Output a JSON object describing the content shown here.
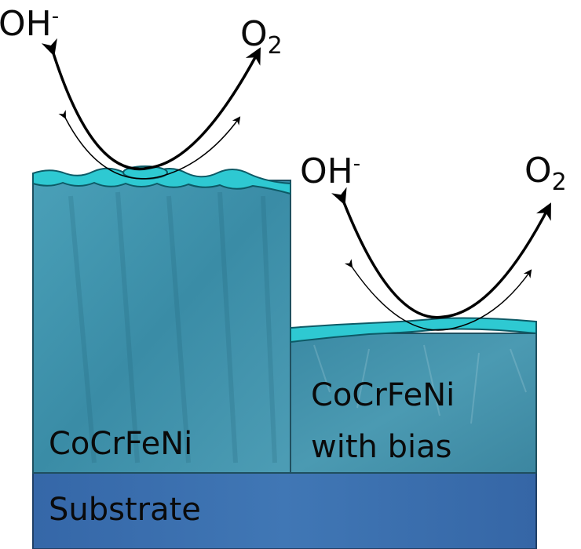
{
  "labels": {
    "left_reactant": "OH",
    "left_reactant_charge": "-",
    "left_product": "O",
    "left_product_subscript": "2",
    "right_reactant": "OH",
    "right_reactant_charge": "-",
    "right_product": "O",
    "right_product_subscript": "2",
    "left_film": "CoCrFeNi",
    "right_film_line1": "CoCrFeNi",
    "right_film_line2": "with bias",
    "substrate": "Substrate"
  },
  "colors": {
    "film": "#3f94ad",
    "film_right": "#3a88a2",
    "surface_layer": "#2ec9d2",
    "substrate": "#3a6eae",
    "arrow": "#000000",
    "text": "#0a0a0a"
  }
}
